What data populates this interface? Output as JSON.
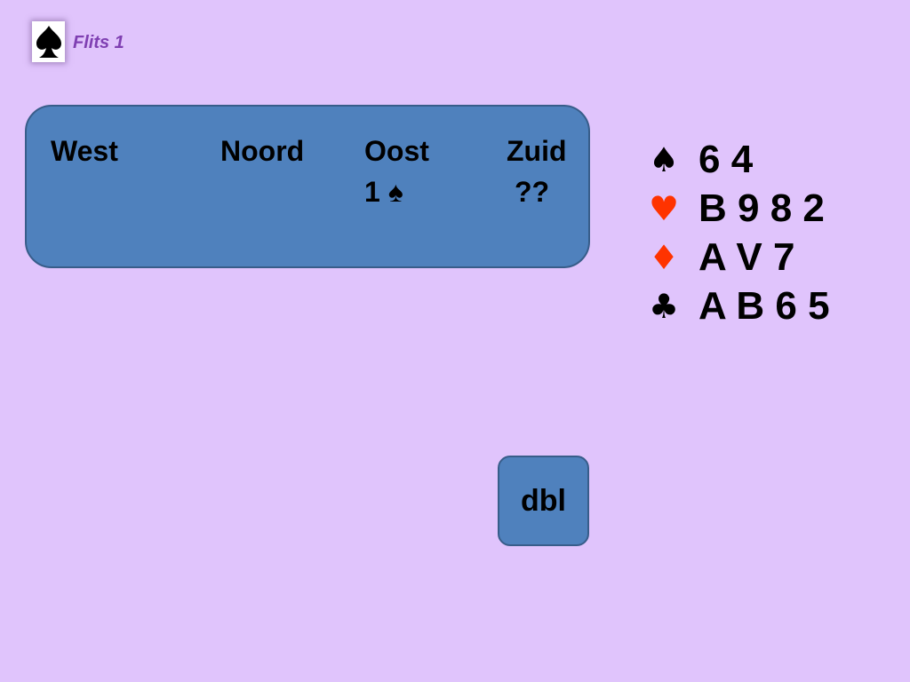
{
  "header": {
    "title": "Flits 1",
    "logo_icon": "spade-card-icon"
  },
  "bidding": {
    "players": [
      "West",
      "Noord",
      "Oost",
      "Zuid"
    ],
    "oost_bid": "1 ♠",
    "zuid_bid": "??"
  },
  "hand": {
    "spades": {
      "symbol": "♠",
      "cards": "6 4",
      "color": "#000000"
    },
    "hearts": {
      "symbol": "♥",
      "cards": "B 9 8 2",
      "color": "#ff3300"
    },
    "diamonds": {
      "symbol": "♦",
      "cards": "A V 7",
      "color": "#ff3300"
    },
    "clubs": {
      "symbol": "♣",
      "cards": "A B 6 5",
      "color": "#000000"
    }
  },
  "answer": {
    "label": "dbl"
  },
  "colors": {
    "background": "#e0c4fc",
    "box_fill": "#4f81bd",
    "box_border": "#385d8a",
    "title": "#7f3fb2",
    "red_suit": "#ff3300"
  }
}
